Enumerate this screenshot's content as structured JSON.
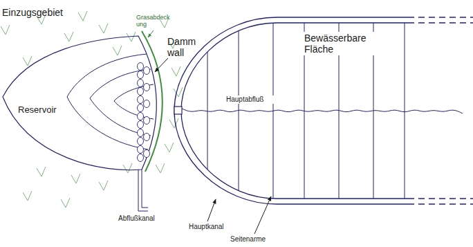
{
  "diagram": {
    "nodes": [
      {
        "text": [
          "Reservoir"
        ]
      },
      {
        "text": [
          "Bewässerbare Fläche"
        ]
      }
    ],
    "labels": [
      "Einzugsgebiet",
      "Grasabdeck ung",
      "Damm wall",
      "Abflußkanal",
      "Hauptabfluß",
      "Hauptkanal",
      "Seitenarme"
    ]
  }
}
